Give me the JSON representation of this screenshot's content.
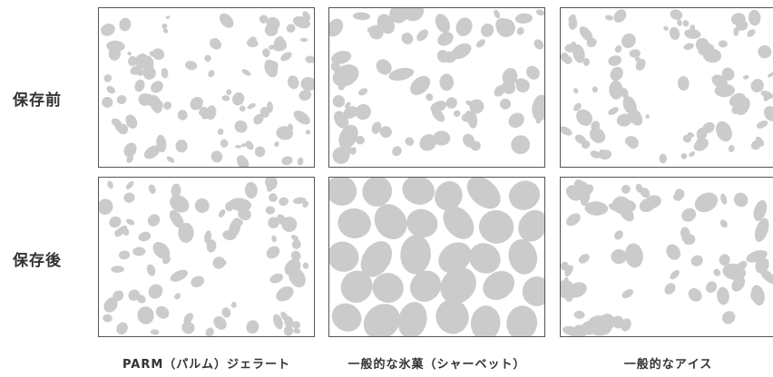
{
  "rows": [
    {
      "label": "保存前"
    },
    {
      "label": "保存後"
    }
  ],
  "columns": [
    {
      "caption": "PARM（パルム）ジェラート"
    },
    {
      "caption": "一般的な氷菓（シャーベット）"
    },
    {
      "caption": "一般的なアイス"
    }
  ],
  "colors": {
    "crystal": "#cbcbcb",
    "panel_border": "#555555",
    "label": "#333333"
  }
}
